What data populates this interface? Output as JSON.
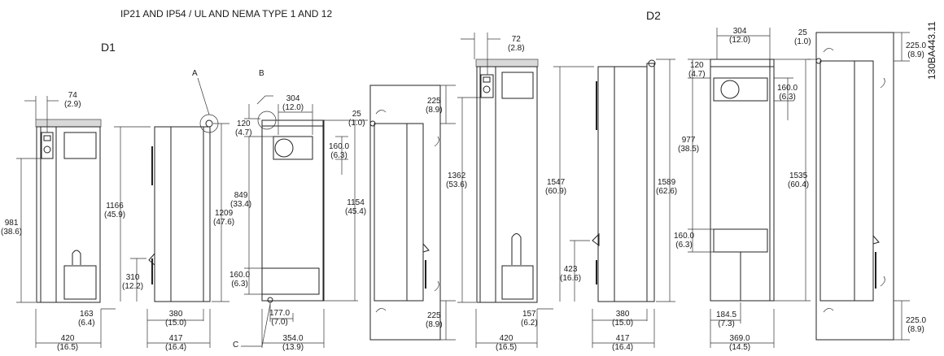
{
  "header": {
    "standards": "IP21 AND IP54 / UL AND NEMA TYPE 1 AND 12",
    "doc_id": "130BA443.11"
  },
  "frames": {
    "d1": "D1",
    "d2": "D2"
  },
  "callouts": {
    "a": "A",
    "b": "B",
    "c": "C"
  },
  "dims": {
    "d1_74": [
      "74",
      "(2.9)"
    ],
    "d1_981": [
      "981",
      "(38.6)"
    ],
    "d1_163": [
      "163",
      "(6.4)"
    ],
    "d1_420": [
      "420",
      "(16.5)"
    ],
    "d1_1166": [
      "1166",
      "(45.9)"
    ],
    "d1_310": [
      "310",
      "(12.2)"
    ],
    "d1_1209": [
      "1209",
      "(47.6)"
    ],
    "d1_380": [
      "380",
      "(15.0)"
    ],
    "d1_417": [
      "417",
      "(16.4)"
    ],
    "d1_120": [
      "120",
      "(4.7)"
    ],
    "d1_304": [
      "304",
      "(12.0)"
    ],
    "d1_849": [
      "849",
      "(33.4)"
    ],
    "d1_160a": [
      "160.0",
      "(6.3)"
    ],
    "d1_160b": [
      "160.0",
      "(6.3)"
    ],
    "d1_177": [
      "177.0",
      "(7.0)"
    ],
    "d1_354": [
      "354.0",
      "(13.9)"
    ],
    "d1_1154": [
      "1154",
      "(45.4)"
    ],
    "d1_25": [
      "25",
      "(1.0)"
    ],
    "d1_225a": [
      "225",
      "(8.9)"
    ],
    "d1_225b": [
      "225",
      "(8.9)"
    ],
    "d2_72": [
      "72",
      "(2.8)"
    ],
    "d2_1362": [
      "1362",
      "(53.6)"
    ],
    "d2_157": [
      "157",
      "(6.2)"
    ],
    "d2_420": [
      "420",
      "(16.5)"
    ],
    "d2_1547": [
      "1547",
      "(60.9)"
    ],
    "d2_423": [
      "423",
      "(16.6)"
    ],
    "d2_1589": [
      "1589",
      "(62.6)"
    ],
    "d2_380": [
      "380",
      "(15.0)"
    ],
    "d2_417": [
      "417",
      "(16.4)"
    ],
    "d2_304": [
      "304",
      "(12.0)"
    ],
    "d2_120": [
      "120",
      "(4.7)"
    ],
    "d2_977": [
      "977",
      "(38.5)"
    ],
    "d2_160a": [
      "160.0",
      "(6.3)"
    ],
    "d2_160b": [
      "160.0",
      "(6.3)"
    ],
    "d2_1535": [
      "1535",
      "(60.4)"
    ],
    "d2_184": [
      "184.5",
      "(7.3)"
    ],
    "d2_369": [
      "369.0",
      "(14.5)"
    ],
    "d2_25": [
      "25",
      "(1.0)"
    ],
    "d2_225a": [
      "225.0",
      "(8.9)"
    ],
    "d2_225b": [
      "225.0",
      "(8.9)"
    ]
  }
}
